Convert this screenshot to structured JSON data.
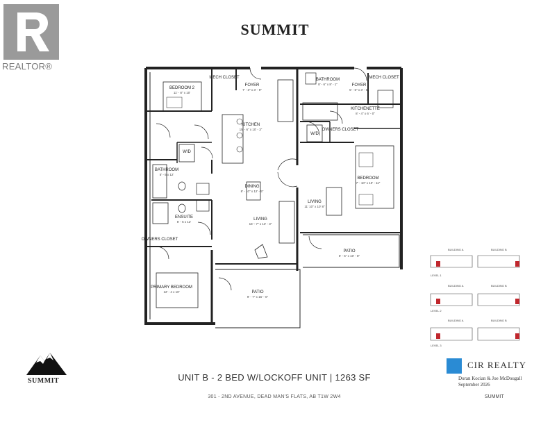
{
  "header": {
    "realtor_text": "REALTOR®",
    "title": "SUMMIT"
  },
  "rooms": [
    {
      "id": "bedroom2",
      "name": "BEDROOM 2",
      "dim": "11' - 8\" x 10'"
    },
    {
      "id": "mech1",
      "name": "MECH CLOSET",
      "dim": ""
    },
    {
      "id": "foyer1",
      "name": "FOYER",
      "dim": "7' - 3\" x 3' - 9\""
    },
    {
      "id": "kitchen",
      "name": "KITCHEN",
      "dim": "15' - 6\" x 10' - 3\""
    },
    {
      "id": "wd1",
      "name": "W/D",
      "dim": ""
    },
    {
      "id": "bath1",
      "name": "BATHROOM",
      "dim": "5' - 5 x 12'"
    },
    {
      "id": "dining",
      "name": "DINING",
      "dim": "8' - 10\" x 12' - 5\""
    },
    {
      "id": "ensuite",
      "name": "ENSUITE",
      "dim": "5' - 5 x 12'"
    },
    {
      "id": "living1",
      "name": "LIVING",
      "dim": "15' - 7\" x 13' - 3\""
    },
    {
      "id": "owners1",
      "name": "OWNERS CLOSET",
      "dim": ""
    },
    {
      "id": "primary",
      "name": "PRIMARY BEDROOM",
      "dim": "12' - 4 x 10'"
    },
    {
      "id": "patio1",
      "name": "PATIO",
      "dim": "9' - 7\" x 15' - 0\""
    },
    {
      "id": "bath2",
      "name": "BATHROOM",
      "dim": "8' - 6\" x 8' - 1\""
    },
    {
      "id": "foyer2",
      "name": "FOYER",
      "dim": "5' - 6\" x 3' - 0\""
    },
    {
      "id": "mech2",
      "name": "MECH CLOSET",
      "dim": ""
    },
    {
      "id": "kitchenette",
      "name": "KITCHENETTE",
      "dim": "8' - 4\" x 6' - 0\""
    },
    {
      "id": "wd2",
      "name": "W/D",
      "dim": ""
    },
    {
      "id": "owners2",
      "name": "OWNERS CLOSET",
      "dim": ""
    },
    {
      "id": "bedroom",
      "name": "BEDROOM",
      "dim": "7' - 10\" x 10' - 11\""
    },
    {
      "id": "living2",
      "name": "LIVING",
      "dim": "11' 10\" x 10' 8\""
    },
    {
      "id": "patio2",
      "name": "PATIO",
      "dim": "5' - 6\" x 10' - 8\""
    }
  ],
  "key_plan": {
    "building_a": "BUILDING A",
    "building_b": "BUILDING B",
    "levels": [
      "LEVEL 1",
      "LEVEL 2",
      "LEVEL 3"
    ],
    "highlight_color": "#c0272d"
  },
  "footer": {
    "brand": "SUMMIT",
    "unit_title": "UNIT B - 2 BED W/LOCKOFF UNIT | 1263 SF",
    "address": "301 - 2ND AVENUE, DEAD MAN'S FLATS, AB T1W 2W4",
    "cir_realty": "CIR REALTY",
    "agents": "Doran Kocian & Joe McDougall",
    "date": "September 2026",
    "summit_small": "SUMMIT",
    "brand_color": "#2a8bd4"
  }
}
